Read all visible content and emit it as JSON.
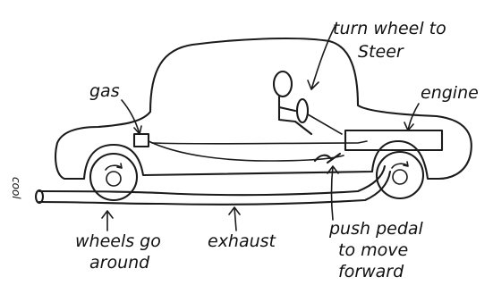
{
  "labels": {
    "steer_line1": "turn wheel to",
    "steer_line2": "Steer",
    "gas": "gas",
    "engine": "engine",
    "wheels_line1": "wheels go",
    "wheels_line2": "around",
    "exhaust": "exhaust",
    "pedal_line1": "push pedal",
    "pedal_line2": "to move",
    "pedal_line3": "forward",
    "smoke": "cool"
  },
  "colors": {
    "ink": "#1b1b1b",
    "paper": "#ffffff"
  }
}
